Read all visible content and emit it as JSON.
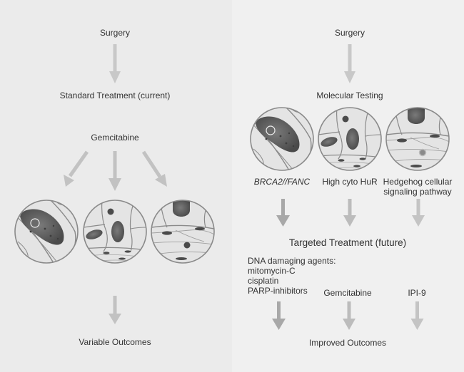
{
  "left_panel": {
    "surgery": "Surgery",
    "standard_treatment": "Standard Treatment (current)",
    "drug": "Gemcitabine",
    "outcome": "Variable Outcomes"
  },
  "right_panel": {
    "surgery": "Surgery",
    "molecular_testing": "Molecular Testing",
    "subtypes": [
      {
        "label": "BRCA2//FANC",
        "italic": true
      },
      {
        "label": "High cyto HuR",
        "italic": false
      },
      {
        "label": "Hedgehog cellular\nsignaling pathway",
        "italic": false
      }
    ],
    "targeted_treatment": "Targeted Treatment (future)",
    "treatments": [
      {
        "label": "DNA damaging agents:\nmitomycin-C\ncisplatin\nPARP-inhibitors"
      },
      {
        "label": "Gemcitabine"
      },
      {
        "label": "IPI-9"
      }
    ],
    "outcome": "Improved Outcomes"
  },
  "colors": {
    "arrow_light": "#c8c8c8",
    "arrow_medium": "#a8a8a8",
    "cell_fill": "#e4e4e4",
    "cell_outline": "#8a8a8a",
    "nucleus": "#5a5a5a"
  }
}
